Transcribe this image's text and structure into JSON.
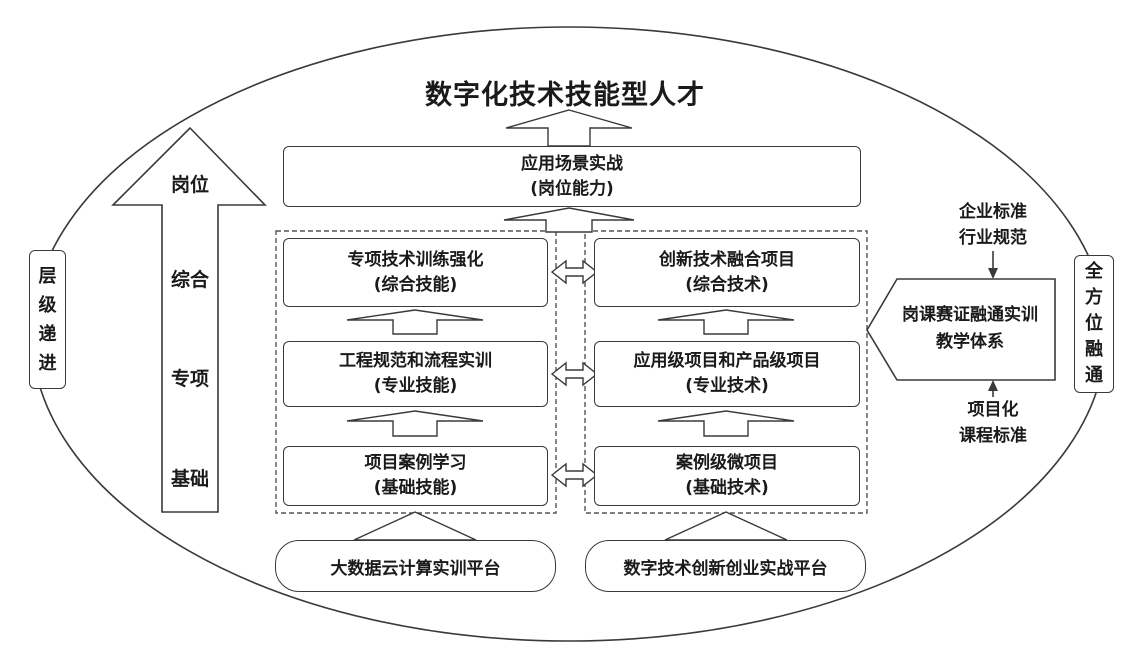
{
  "title": "数字化技术技能型人才",
  "application": {
    "line1": "应用场景实战",
    "line2": "(岗位能力)"
  },
  "left_arrow": {
    "labels": [
      "岗位",
      "综合",
      "专项",
      "基础"
    ]
  },
  "left_column": [
    {
      "line1": "专项技术训练强化",
      "line2": "(综合技能)"
    },
    {
      "line1": "工程规范和流程实训",
      "line2": "(专业技能)"
    },
    {
      "line1": "项目案例学习",
      "line2": "(基础技能)"
    }
  ],
  "right_column": [
    {
      "line1": "创新技术融合项目",
      "line2": "(综合技术)"
    },
    {
      "line1": "应用级项目和产品级项目",
      "line2": "(专业技术)"
    },
    {
      "line1": "案例级微项目",
      "line2": "(基础技术)"
    }
  ],
  "platforms": {
    "left": "大数据云计算实训平台",
    "right": "数字技术创新创业实战平台"
  },
  "side_left": [
    "层",
    "级",
    "递",
    "进"
  ],
  "side_right": [
    "全",
    "方",
    "位",
    "融",
    "通"
  ],
  "standards_top": {
    "line1": "企业标准",
    "line2": "行业规范"
  },
  "standards_bottom": {
    "line1": "项目化",
    "line2": "课程标准"
  },
  "pentagon": {
    "line1": "岗课赛证融通实训",
    "line2": "教学体系"
  }
}
